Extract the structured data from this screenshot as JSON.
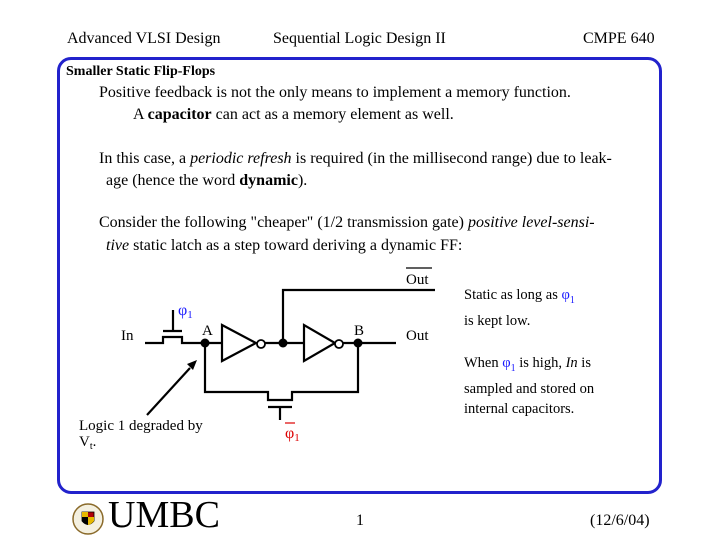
{
  "header": {
    "left": "Advanced VLSI Design",
    "center": "Sequential Logic Design II",
    "right": "CMPE 640"
  },
  "slide": {
    "title": "Smaller Static Flip-Flops",
    "p1": "Positive feedback is not the only means to implement a memory function.",
    "p2_pre": "A ",
    "p2_bold": "capacitor",
    "p2_post": " can act as a memory element as well.",
    "p3_pre": "In this case, a ",
    "p3_italic": "periodic refresh",
    "p3_post": " is required (in the millisecond range) due to leak-",
    "p3b_pre": "age (hence the word ",
    "p3b_bold": "dynamic",
    "p3b_post": ").",
    "p4_pre": "Consider the following \"cheaper\" (1/2 transmission gate) ",
    "p4_italic": "positive level-sensi-",
    "p4b_italic": "tive",
    "p4b_post": " static latch as a step toward deriving a dynamic FF:"
  },
  "circuit": {
    "label_out_bar": "Out",
    "label_phi_top": "φ",
    "label_phi_top_sub": "1",
    "label_a": "A",
    "label_b": "B",
    "label_in": "In",
    "label_out": "Out",
    "label_phi_bottom": "φ",
    "label_phi_bottom_sub": "1",
    "note_line1": "Logic 1 degraded by",
    "note_line2": "V",
    "note_line2_sub": "t",
    "note_line2_post": ".",
    "colors": {
      "phi_top": "#1a1aff",
      "phi_bottom": "#dd0000"
    }
  },
  "side": {
    "s1_pre": "Static as long as ",
    "s1_phi": "φ",
    "s1_sub": "1",
    "s1_post": "is kept low.",
    "s2_pre": "When ",
    "s2_phi": "φ",
    "s2_sub": "1",
    "s2_mid": " is high, ",
    "s2_italic": "In",
    "s2_post": " is sampled and stored on internal capacitors."
  },
  "footer": {
    "logo_text": "UMBC",
    "page": "1",
    "date": "(12/6/04)"
  }
}
